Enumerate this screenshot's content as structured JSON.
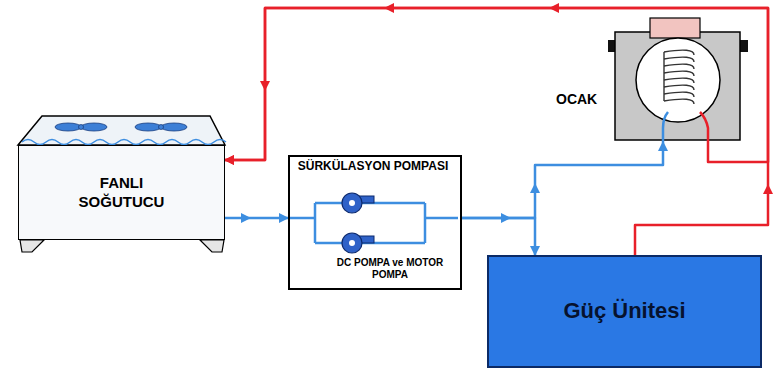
{
  "diagram": {
    "nodes": [
      {
        "text": [
          "FANLI SOĞUTUCU"
        ]
      },
      {
        "text": [
          "SÜRKÜLASYON POMPASI",
          "DC POMPA ve MOTOR POMPA"
        ]
      },
      {
        "text": [
          "OCAK"
        ]
      },
      {
        "text": [
          "Güç Ünitesi"
        ]
      }
    ],
    "edges": [
      {
        "from": 0,
        "to": 1,
        "arrow": "to"
      },
      {
        "from": 1,
        "to": 2,
        "arrow": "to"
      },
      {
        "from": 1,
        "to": 3,
        "arrow": "to"
      },
      {
        "from": 2,
        "to": 0,
        "arrow": "to"
      },
      {
        "from": 3,
        "to": 0,
        "arrow": "to"
      }
    ]
  }
}
